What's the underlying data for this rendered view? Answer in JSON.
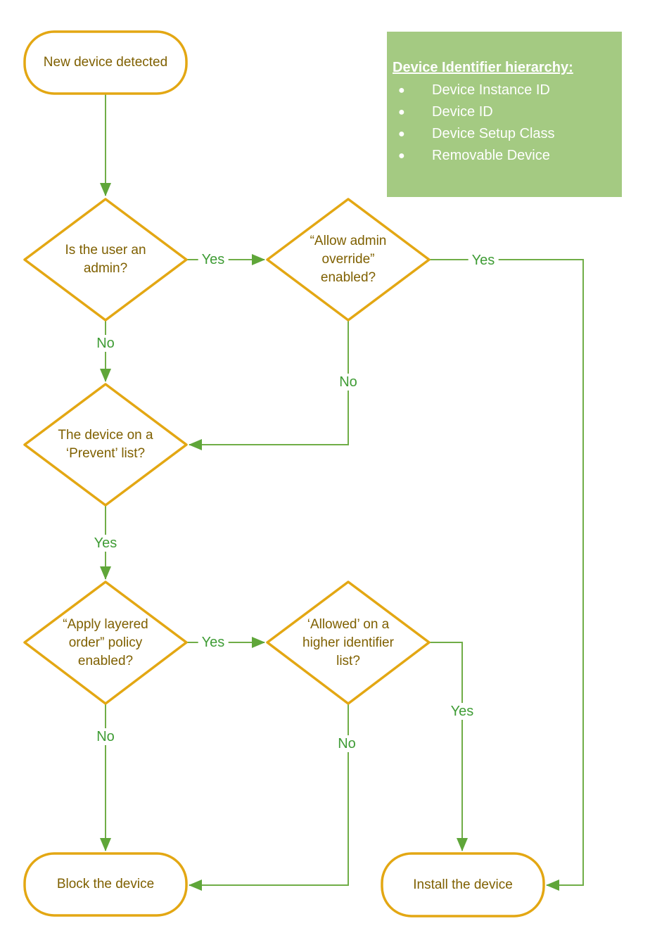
{
  "info_box": {
    "title": "Device Identifier hierarchy:",
    "bullet_glyph": "●",
    "items": [
      "Device Instance ID",
      "Device ID",
      "Device Setup Class",
      "Removable Device"
    ]
  },
  "nodes": {
    "start": {
      "label": "New device detected"
    },
    "admin_check": {
      "l1": "Is the user an",
      "l2": "admin?"
    },
    "admin_override": {
      "l1": "“Allow admin",
      "l2": "override”",
      "l3": "enabled?"
    },
    "prevent_list": {
      "l1": "The device on a",
      "l2": "‘Prevent’ list?"
    },
    "layered_order": {
      "l1": "“Apply layered",
      "l2": "order” policy",
      "l3": "enabled?"
    },
    "higher_identifier": {
      "l1": "‘Allowed’ on a",
      "l2": "higher identifier",
      "l3": "list?"
    },
    "block": {
      "label": "Block the device"
    },
    "install": {
      "label": "Install the device"
    }
  },
  "edge_labels": {
    "admin_yes": "Yes",
    "admin_no": "No",
    "override_yes": "Yes",
    "override_no": "No",
    "prevent_yes": "Yes",
    "layered_yes": "Yes",
    "layered_no": "No",
    "higher_yes": "Yes",
    "higher_no": "No"
  },
  "colors": {
    "shape_outline": "#E3A713",
    "node_text": "#7F6000",
    "connector_line": "#70AD47",
    "arrowhead": "#5FA639",
    "edge_label_text": "#3F9C35",
    "info_box_bg": "#A4CA82",
    "info_box_text": "#FFFFFF"
  }
}
